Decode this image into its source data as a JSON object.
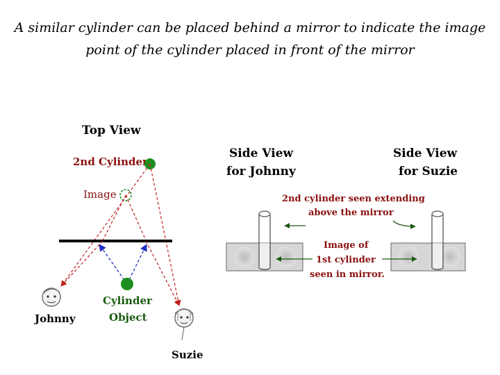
{
  "title": {
    "line1": "A similar cylinder can be placed behind a mirror to indicate the image",
    "line2": "point of the cylinder placed in front of the mirror"
  },
  "top_view": {
    "heading": "Top View",
    "cylinder2_label": "2nd Cylinder",
    "image_label": "Image",
    "object_label_1": "Cylinder",
    "object_label_2": "Object",
    "johnny_label": "Johnny",
    "suzie_label": "Suzie"
  },
  "side_view_johnny": {
    "line1": "Side View",
    "line2": "for Johnny"
  },
  "side_view_suzie": {
    "line1": "Side View",
    "line2": "for Suzie"
  },
  "note_extending": {
    "line1": "2nd cylinder seen extending",
    "line2": "above the mirror"
  },
  "note_image": {
    "line1": "Image of",
    "line2": "1st cylinder",
    "line3": "seen in mirror."
  },
  "colors": {
    "cylinder": "#1e8f1e",
    "ray": "#c02020",
    "incident_arrow": "#2030c0",
    "mirror": "#000000",
    "label_red": "#8b1010",
    "label_green": "#1a5a10"
  }
}
